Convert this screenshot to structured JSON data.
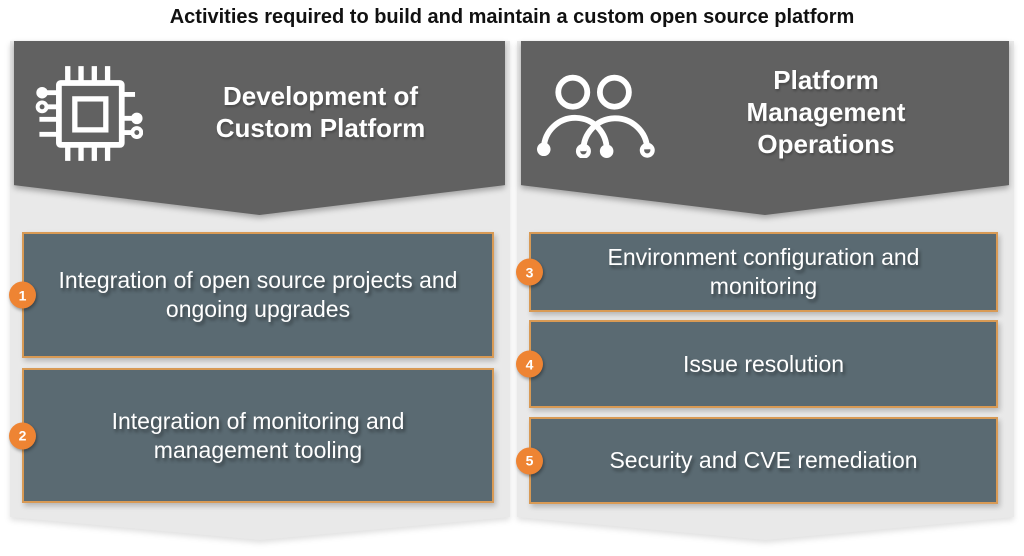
{
  "title": "Activities required to build and maintain a custom open source platform",
  "colors": {
    "title_text": "#111111",
    "header_bg": "#616161",
    "column_bg": "#e9e9e9",
    "box_bg": "#5a6a72",
    "box_border": "#d89a55",
    "badge_bg": "#ee8433",
    "light_text": "#ffffff"
  },
  "columns": [
    {
      "header": {
        "label": "Development of Custom Platform",
        "icon": "cpu-chip-icon"
      },
      "items": [
        {
          "num": "1",
          "text": "Integration of open source projects and ongoing upgrades"
        },
        {
          "num": "2",
          "text": "Integration of monitoring and management tooling"
        }
      ]
    },
    {
      "header": {
        "label": "Platform Management Operations",
        "icon": "people-icon"
      },
      "items": [
        {
          "num": "3",
          "text": "Environment configuration and monitoring"
        },
        {
          "num": "4",
          "text": "Issue resolution"
        },
        {
          "num": "5",
          "text": "Security and CVE remediation"
        }
      ]
    }
  ]
}
